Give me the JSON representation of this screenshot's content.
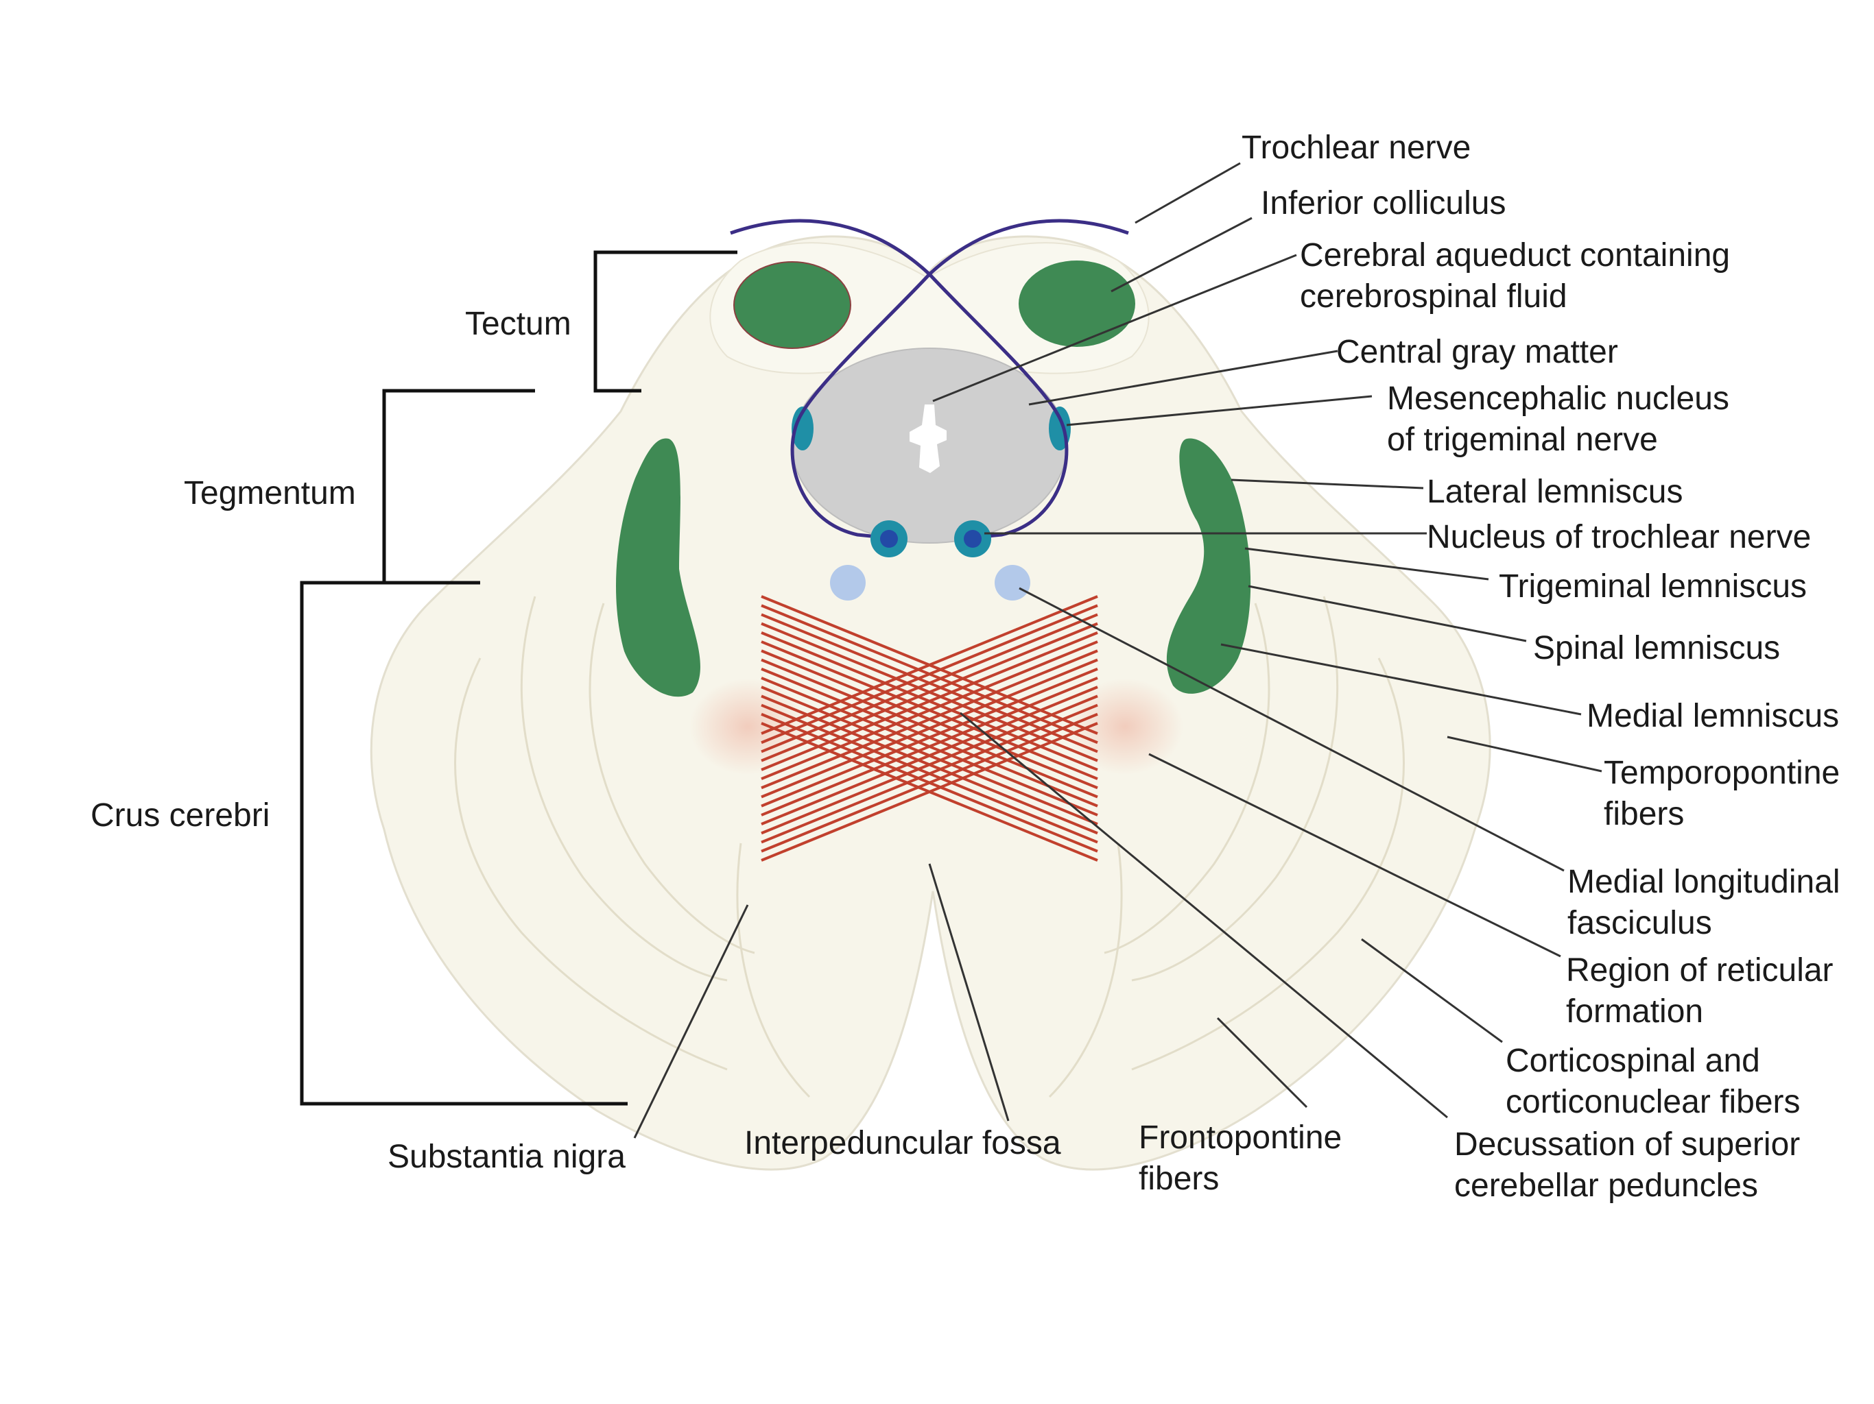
{
  "colors": {
    "background": "#ffffff",
    "tissue": "#f7f5ea",
    "tissue_outline": "#e3dfcf",
    "green_nuclei": "#3f8a54",
    "gray_matter": "#cfcfcf",
    "nerve": "#3b2e86",
    "teal_nucleus": "#1f8fa6",
    "trochlear_nucleus": "#234aa6",
    "mlf": "#b3c9ea",
    "decussation": "#c1402d",
    "reticular_glow": "#f1c8b8",
    "leader": "#333333",
    "text": "#1a1a1a"
  },
  "labels": {
    "trochlear_nerve": "Trochlear nerve",
    "inferior_colliculus": "Inferior colliculus",
    "cerebral_aqueduct_1": "Cerebral aqueduct containing",
    "cerebral_aqueduct_2": "cerebrospinal fluid",
    "central_gray": "Central gray matter",
    "mesencephalic_1": "Mesencephalic nucleus",
    "mesencephalic_2": "of trigeminal nerve",
    "lateral_lemniscus": "Lateral lemniscus",
    "nucleus_trochlear": "Nucleus of trochlear nerve",
    "trigeminal_lemniscus": "Trigeminal lemniscus",
    "spinal_lemniscus": "Spinal lemniscus",
    "medial_lemniscus": "Medial lemniscus",
    "temporopontine_1": "Temporopontine",
    "temporopontine_2": "fibers",
    "mlf_1": "Medial longitudinal",
    "mlf_2": "fasciculus",
    "reticular_1": "Region of reticular",
    "reticular_2": "formation",
    "corticospinal_1": "Corticospinal and",
    "corticospinal_2": "corticonuclear fibers",
    "decussation_1": "Decussation of superior",
    "decussation_2": "cerebellar peduncles",
    "frontopontine_1": "Frontopontine",
    "frontopontine_2": "fibers",
    "interpeduncular": "Interpeduncular fossa",
    "substantia_nigra": "Substantia nigra",
    "tectum": "Tectum",
    "tegmentum": "Tegmentum",
    "crus_cerebri": "Crus cerebri"
  }
}
